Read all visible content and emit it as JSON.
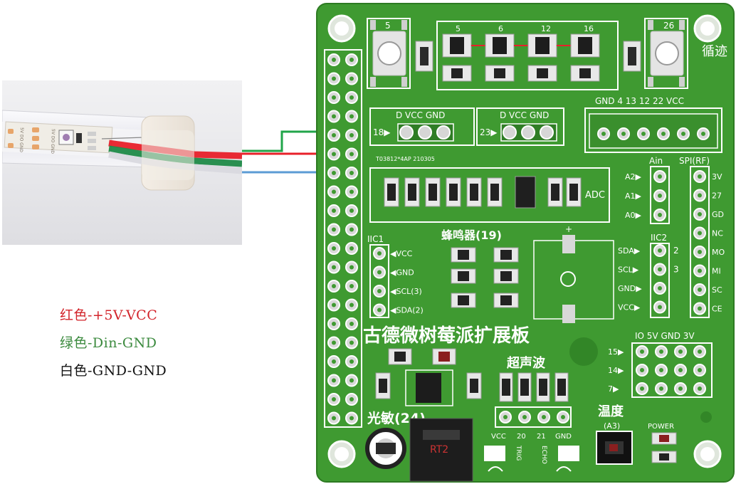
{
  "legend": {
    "red": {
      "text": "红色-+5V-VCC",
      "color": "#d2232a"
    },
    "green": {
      "text": "绿色-Din-GND",
      "color": "#3b8a3e"
    },
    "white": {
      "text": "白色-GND-GND",
      "color": "#111111"
    }
  },
  "wire_colors": {
    "red": "#e8202a",
    "green": "#21a54a",
    "blue": "#5b9bd5"
  },
  "pcb_colors": {
    "board": "#3f9a31",
    "silk": "#ffffff",
    "pad": "#c8c8c8",
    "mask_dark": "#2e7d24"
  },
  "strip": {
    "marks": "5V DO GND"
  },
  "board": {
    "title": "古德微树莓派扩展板",
    "buzzer": "蜂鸣器(19)",
    "ultrasonic": "超声波",
    "light": "光敏(24)",
    "temp": "温度",
    "temp_pin": "(A3)",
    "power": "POWER",
    "track": "循迹",
    "adc": "ADC",
    "part_no": "T03812*4AP 210305",
    "buttons": [
      "5",
      "26"
    ],
    "led_pins": [
      "5",
      "6",
      "12",
      "16"
    ],
    "track_header": "GND 4 13 12 22 VCC",
    "led_header_1": {
      "label": "D VCC GND",
      "pin": "18▶"
    },
    "led_header_2": {
      "label": "D VCC GND",
      "pin": "23▶"
    },
    "ain": {
      "title": "Ain",
      "pins": [
        "A2▶",
        "A1▶",
        "A0▶"
      ]
    },
    "spi": {
      "title": "SPI(RF)",
      "pins": [
        "3V",
        "27",
        "GD",
        "NC",
        "MO",
        "MI",
        "SC",
        "CE"
      ]
    },
    "iic1": {
      "title": "IIC1",
      "pins": [
        "◀VCC",
        "◀GND",
        "◀SCL(3)",
        "◀SDA(2)"
      ]
    },
    "iic2": {
      "title": "IIC2",
      "pins": [
        "SDA▶",
        "SCL▶",
        "GND▶",
        "VCC▶"
      ],
      "nums": [
        "2",
        "3"
      ]
    },
    "io_header": {
      "cols": [
        "IO",
        "5V",
        "GND",
        "3V"
      ],
      "rows": [
        "15▶",
        "14▶",
        "7▶"
      ]
    },
    "ultra_pins": [
      "VCC",
      "20",
      "21",
      "GND"
    ],
    "ultra_labels": [
      "TRIG",
      "ECHO"
    ],
    "chip": "RT2"
  }
}
